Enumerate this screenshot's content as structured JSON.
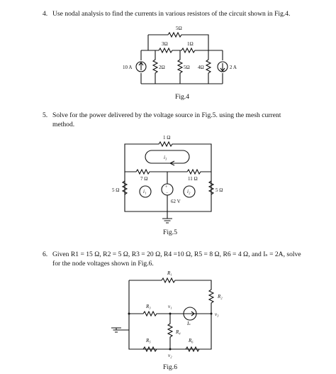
{
  "questions": [
    {
      "num": "4.",
      "lines": [
        "Use nodal analysis to find the currents in various resistors of the circuit shown in Fig.4."
      ],
      "figure": "Fig.4"
    },
    {
      "num": "5.",
      "lines": [
        "Solve for the power delivered by the voltage source in Fig.5. using the mesh current",
        "method."
      ],
      "figure": "Fig.5"
    },
    {
      "num": "6.",
      "lines": [
        "Given R1 = 15 Ω, R2 = 5 Ω, R3 = 20 Ω, R4 =10 Ω, R5 = 8 Ω, R6 = 4 Ω, and Iₛ = 2A, solve",
        "for the node voltages shown in Fig.6."
      ],
      "figure": "Fig.6"
    }
  ],
  "fig4": {
    "r_top": "5Ω",
    "r_left_mid": "3Ω",
    "r_right_mid": "1Ω",
    "r_a": "2Ω",
    "r_b": "5Ω",
    "r_c": "4Ω",
    "src_left": "10 A",
    "src_right": "2 A"
  },
  "fig5": {
    "r_top": "1 Ω",
    "r_mid_left": "7 Ω",
    "r_mid_right": "11 Ω",
    "r_left": "5 Ω",
    "r_right": "5 Ω",
    "source": "62 V",
    "i1": "i₁",
    "i2": "i₂",
    "i3": "i₃"
  },
  "fig6": {
    "R1": "R₁",
    "R2": "R₂",
    "R3": "R₃",
    "R4": "R₄",
    "R5": "R₅",
    "R6": "R₆",
    "v1": "v₁",
    "v2": "v₂",
    "v3": "v₃",
    "Is": "Iₛ"
  }
}
